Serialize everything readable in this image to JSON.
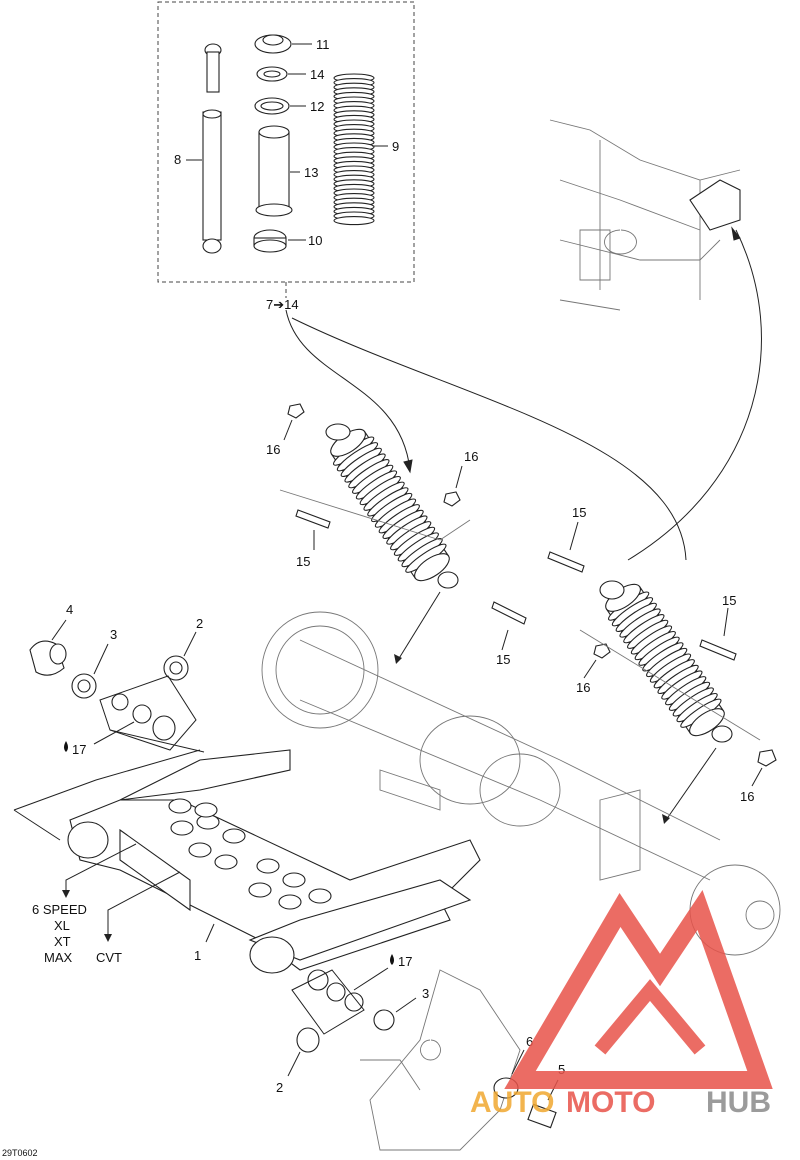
{
  "callouts": {
    "c1": "1",
    "c2a": "2",
    "c2b": "2",
    "c3a": "3",
    "c3b": "3",
    "c4": "4",
    "c5": "5",
    "c6": "6",
    "c8": "8",
    "c9": "9",
    "c10": "10",
    "c11": "11",
    "c12": "12",
    "c13": "13",
    "c14": "14",
    "c15a": "15",
    "c15b": "15",
    "c15c": "15",
    "c15d": "15",
    "c16a": "16",
    "c16b": "16",
    "c16c": "16",
    "c16d": "16",
    "c17a": "17",
    "c17b": "17",
    "kit": "7➔14"
  },
  "variants": {
    "left": [
      "6 SPEED",
      "XL",
      "XT",
      "MAX"
    ],
    "right": "CVT"
  },
  "figure_code": "29T0602",
  "watermark": {
    "text_auto": "AUTO",
    "text_moto": "MOTO",
    "text_hub": "HUB",
    "color_red": "#e8534a",
    "color_orange": "#f0a830",
    "color_gray": "#8a8a8a"
  }
}
